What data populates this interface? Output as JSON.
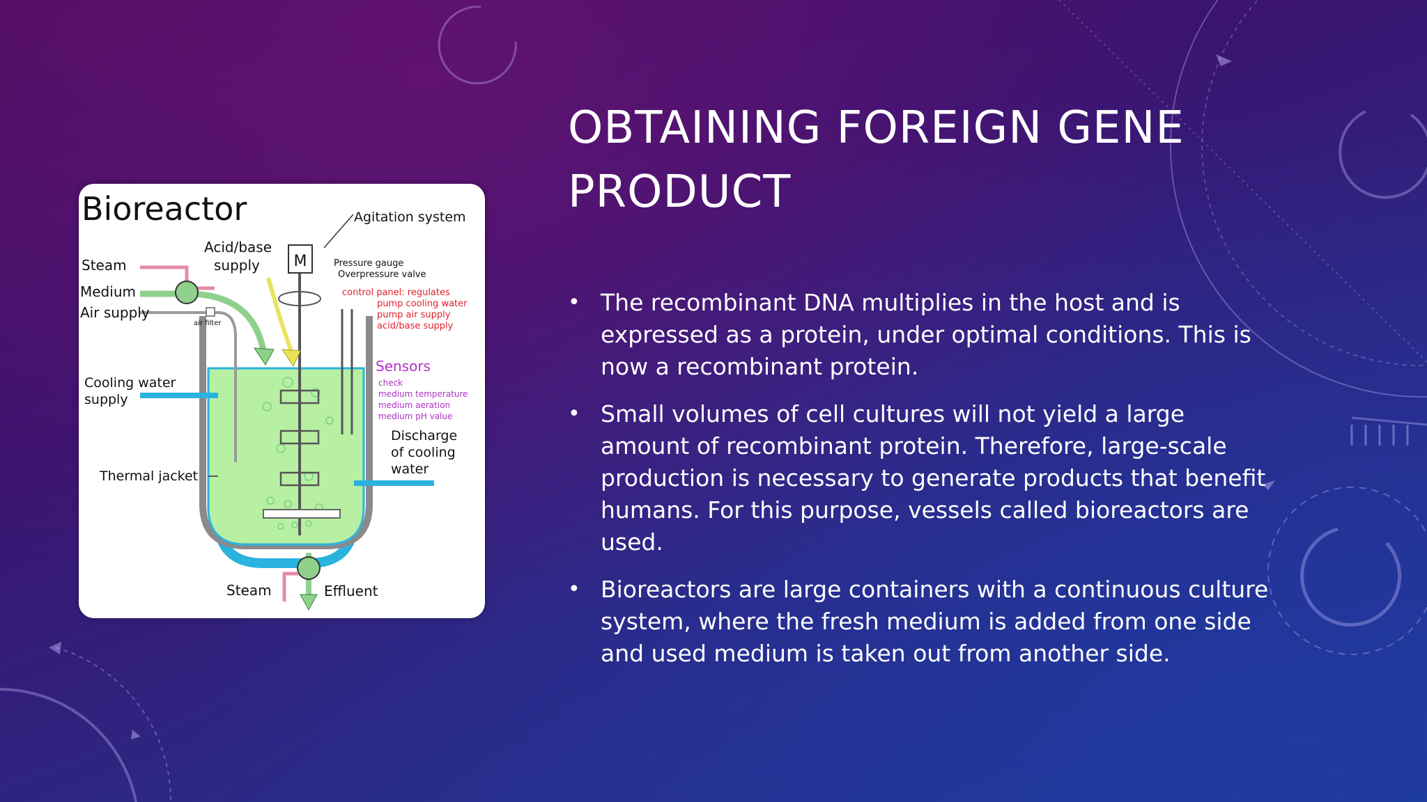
{
  "slide": {
    "title": "Obtaining Foreign Gene Product",
    "bullets": [
      "The recombinant DNA multiplies in the host and is expressed as a protein, under optimal conditions. This is now a recombinant protein.",
      "Small volumes of cell cultures will not yield a large amount of recombinant protein. Therefore, large-scale production is necessary to generate products that benefit humans. For this purpose, vessels called bioreactors are used.",
      "Bioreactors are large containers with a continuous culture system, where the fresh medium is added from one side and used medium is taken out from another side."
    ],
    "bullet_glyph": "•"
  },
  "diagram": {
    "title": "Bioreactor",
    "labels": {
      "agitation": "Agitation system",
      "acid_base": [
        "Acid/base",
        "supply"
      ],
      "motor": "M",
      "steam_top": "Steam",
      "medium": "Medium",
      "air_supply": "Air supply",
      "air_filter": "air filter",
      "pressure_gauge": "Pressure gauge",
      "overpressure": "Overpressure valve",
      "control_panel": [
        "control panel: regulates",
        "pump cooling water",
        "pump air supply",
        "acid/base supply"
      ],
      "cooling_water": [
        "Cooling water",
        "supply"
      ],
      "sensors": "Sensors",
      "sensor_items": [
        "check",
        "medium temperature",
        "medium aeration",
        "medium pH value"
      ],
      "discharge": [
        "Discharge",
        "of cooling",
        "water"
      ],
      "thermal_jacket": "Thermal jacket",
      "steam_bottom": "Steam",
      "effluent": "Effluent"
    },
    "colors": {
      "steam": "#e58aa8",
      "medium_pipe": "#8fd08c",
      "liquid": "#b7f0a3",
      "jacket": "#2ab3df",
      "arrow_yellow": "#e9e35a",
      "control_text": "#e0202a",
      "sensor_text": "#b030c8"
    }
  }
}
